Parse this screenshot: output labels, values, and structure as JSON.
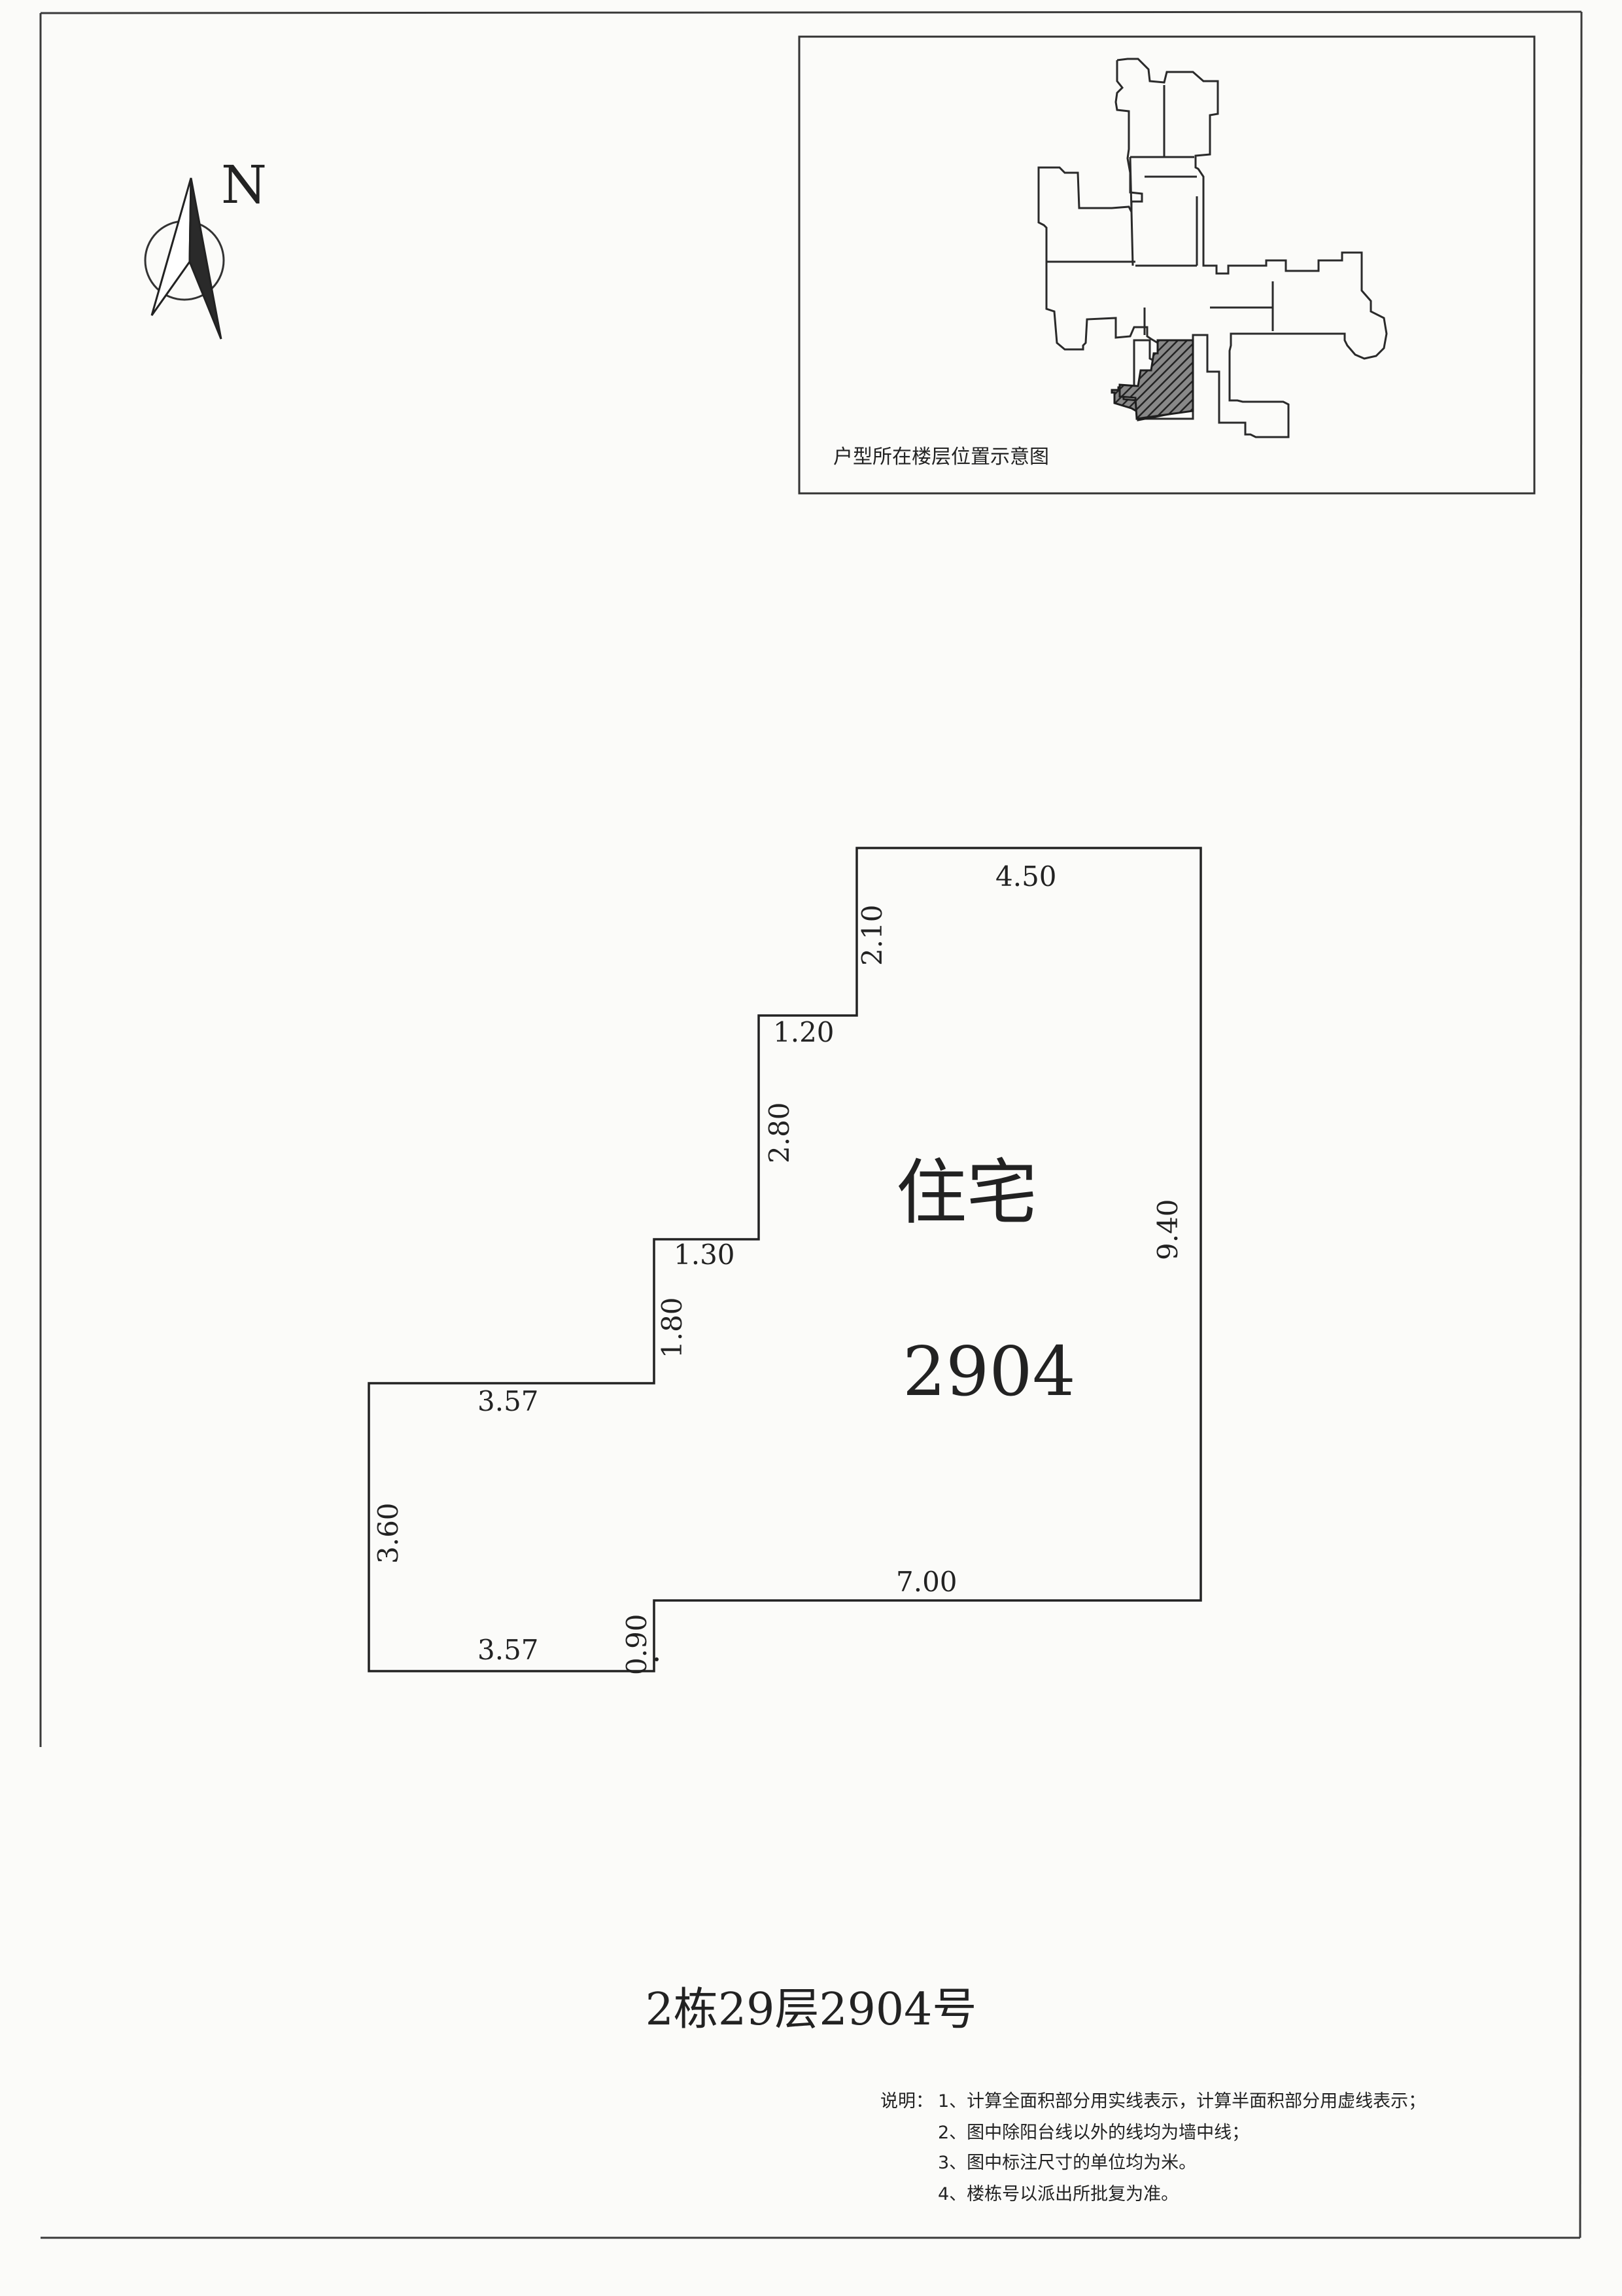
{
  "compass": {
    "north_letter": "N",
    "icon": "north-arrow-icon"
  },
  "locator": {
    "caption": "户型所在楼层位置示意图"
  },
  "plan": {
    "room_name": "住宅",
    "unit_number": "2904",
    "dimensions": {
      "top": "4.50",
      "step_v1": "2.10",
      "step_h1": "1.20",
      "step_v2": "2.80",
      "step_h2": "1.30",
      "step_v3": "1.80",
      "left_top": "3.57",
      "left_side": "3.60",
      "left_bottom": "3.57",
      "small_v": "0.90",
      "bottom": "7.00",
      "right_side": "9.40"
    }
  },
  "title": "2栋29层2904号",
  "notes": {
    "label": "说明：",
    "items": [
      "1、计算全面积部分用实线表示，计算半面积部分用虚线表示；",
      "2、图中除阳台线以外的线均为墙中线；",
      "3、图中标注尺寸的单位均为米。",
      "4、楼栋号以派出所批复为准。"
    ]
  },
  "colors": {
    "ink": "#1e1e1e",
    "paper": "#fbfbf9",
    "hatch": "#333333"
  }
}
